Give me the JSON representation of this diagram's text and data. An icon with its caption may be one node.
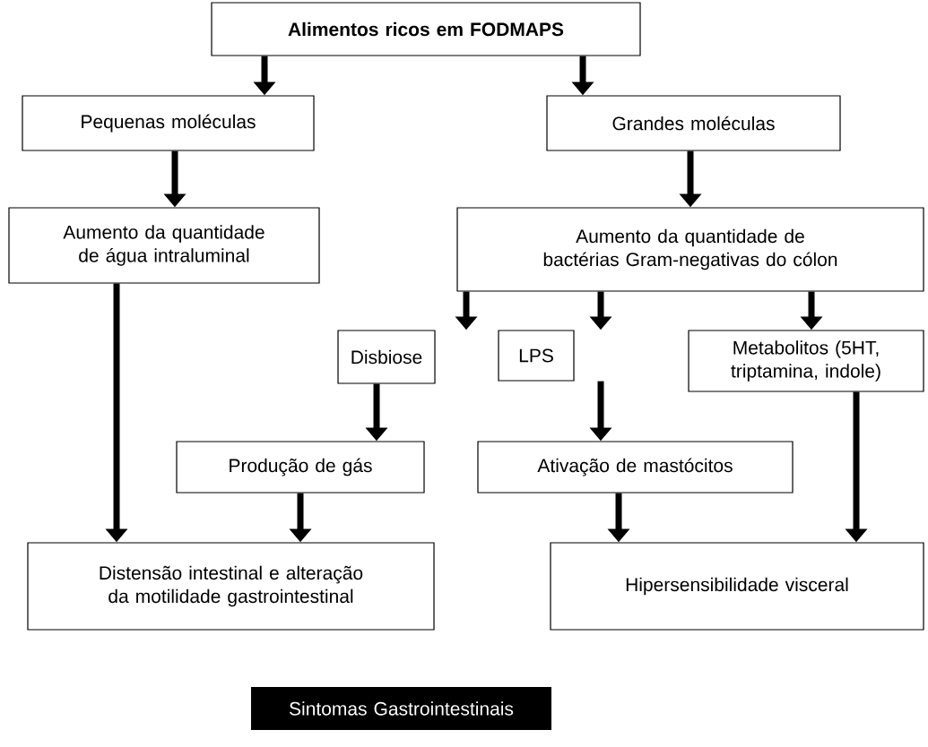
{
  "diagram": {
    "nodes": [
      {
        "text": [
          "Alimentos ricos em FODMAPS"
        ]
      },
      {
        "text": [
          "Pequenas moléculas"
        ]
      },
      {
        "text": [
          "Grandes moléculas"
        ]
      },
      {
        "text": [
          "Aumento da quantidade de água intraluminal"
        ]
      },
      {
        "text": [
          "Aumento da quantidade de bactérias Gram-negativas do cólon"
        ]
      },
      {
        "text": [
          "Disbiose"
        ]
      },
      {
        "text": [
          "LPS"
        ]
      },
      {
        "text": [
          "Metabolitos (5HT, triptamina, indole)"
        ]
      },
      {
        "text": [
          "Produção de gás"
        ]
      },
      {
        "text": [
          "Ativação de mastócitos"
        ]
      },
      {
        "text": [
          "Distensão intestinal e alteração da motilidade gastrointestinal"
        ]
      },
      {
        "text": [
          "Hipersensibilidade visceral"
        ]
      },
      {
        "text": [
          "Sintomas Gastrointestinais"
        ]
      }
    ],
    "edges": [
      {
        "from": 0,
        "to": 1,
        "arrow": "to"
      },
      {
        "from": 0,
        "to": 2,
        "arrow": "to"
      },
      {
        "from": 1,
        "to": 3,
        "arrow": "to"
      },
      {
        "from": 2,
        "to": 4,
        "arrow": "to"
      },
      {
        "from": 3,
        "to": 10,
        "arrow": "to"
      },
      {
        "from": 4,
        "to": 5,
        "arrow": "to"
      },
      {
        "from": 4,
        "to": 6,
        "arrow": "to"
      },
      {
        "from": 4,
        "to": 7,
        "arrow": "to"
      },
      {
        "from": 5,
        "to": 8,
        "arrow": "to"
      },
      {
        "from": 6,
        "to": 9,
        "arrow": "to"
      },
      {
        "from": 7,
        "to": 11,
        "arrow": "to"
      },
      {
        "from": 8,
        "to": 10,
        "arrow": "to"
      },
      {
        "from": 9,
        "to": 11,
        "arrow": "to"
      }
    ]
  }
}
